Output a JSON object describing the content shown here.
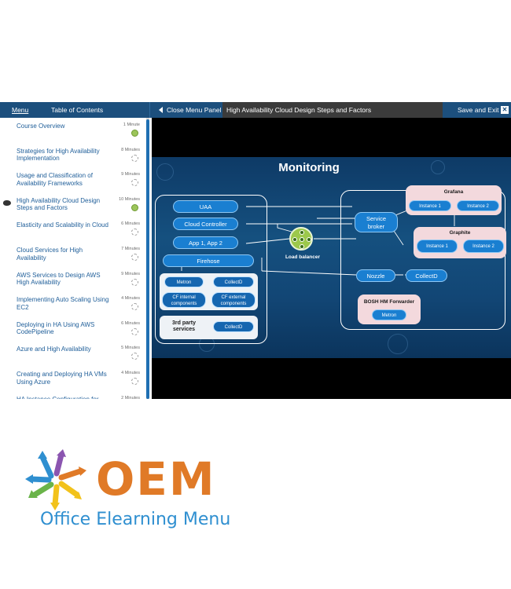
{
  "topbar": {
    "menu_label": "Menu",
    "toc_label": "Table of Contents",
    "close_panel_label": "Close Menu Panel",
    "course_title": "High Availability Cloud Design Steps and Factors",
    "save_exit_label": "Save and Exit",
    "exit_icon": "close-icon"
  },
  "sidebar": {
    "items": [
      {
        "title": "Course Overview",
        "duration": "1 Minute",
        "status": "complete"
      },
      {
        "title": "Strategies for High Availability Implementation",
        "duration": "8 Minutes",
        "status": "pending"
      },
      {
        "title": "Usage and Classification of Availability Frameworks",
        "duration": "9 Minutes",
        "status": "pending"
      },
      {
        "title": "High Availability Cloud Design Steps and Factors",
        "duration": "10 Minutes",
        "status": "complete",
        "current": true
      },
      {
        "title": "Elasticity and Scalability in Cloud",
        "duration": "6 Minutes",
        "status": "pending"
      },
      {
        "title": "Cloud Services for High Availability",
        "duration": "7 Minutes",
        "status": "pending"
      },
      {
        "title": "AWS Services to Design AWS High Availability",
        "duration": "9 Minutes",
        "status": "pending"
      },
      {
        "title": "Implementing Auto Scaling Using EC2",
        "duration": "4 Minutes",
        "status": "pending"
      },
      {
        "title": "Deploying in HA Using AWS CodePipeline",
        "duration": "6 Minutes",
        "status": "pending"
      },
      {
        "title": "Azure and High Availability",
        "duration": "5 Minutes",
        "status": "pending"
      },
      {
        "title": "Creating and Deploying HA VMs Using Azure",
        "duration": "4 Minutes",
        "status": "pending"
      },
      {
        "title": "HA Instance Configuration for",
        "duration": "2 Minutes",
        "status": "pending"
      }
    ]
  },
  "slide": {
    "title": "Monitoring",
    "left_pills": [
      "UAA",
      "Cloud Controller",
      "App 1, App 2",
      "Firehose"
    ],
    "metron": "Metron",
    "collectd": "CollectD",
    "cf_internal": [
      "CF internal",
      "components"
    ],
    "cf_external": [
      "CF external",
      "components"
    ],
    "third_party": [
      "3rd party",
      "services"
    ],
    "load_balancer": "Load balancer",
    "service_broker": [
      "Service",
      "broker"
    ],
    "nozzle": "Nozzle",
    "grafana": "Grafana",
    "graphite": "Graphite",
    "instance1": "Instance 1",
    "instance2": "Instance 2",
    "bosh": "BOSH HM Forwarder",
    "bosh_metron": "Metron"
  },
  "brand": {
    "letters": "OEM",
    "tagline": "Office Elearning Menu",
    "colors": {
      "orange": "#e07a27",
      "blue": "#2f8fd0",
      "purple": "#8b55b0",
      "green": "#6ab44a",
      "yellow": "#f2c21b"
    }
  }
}
